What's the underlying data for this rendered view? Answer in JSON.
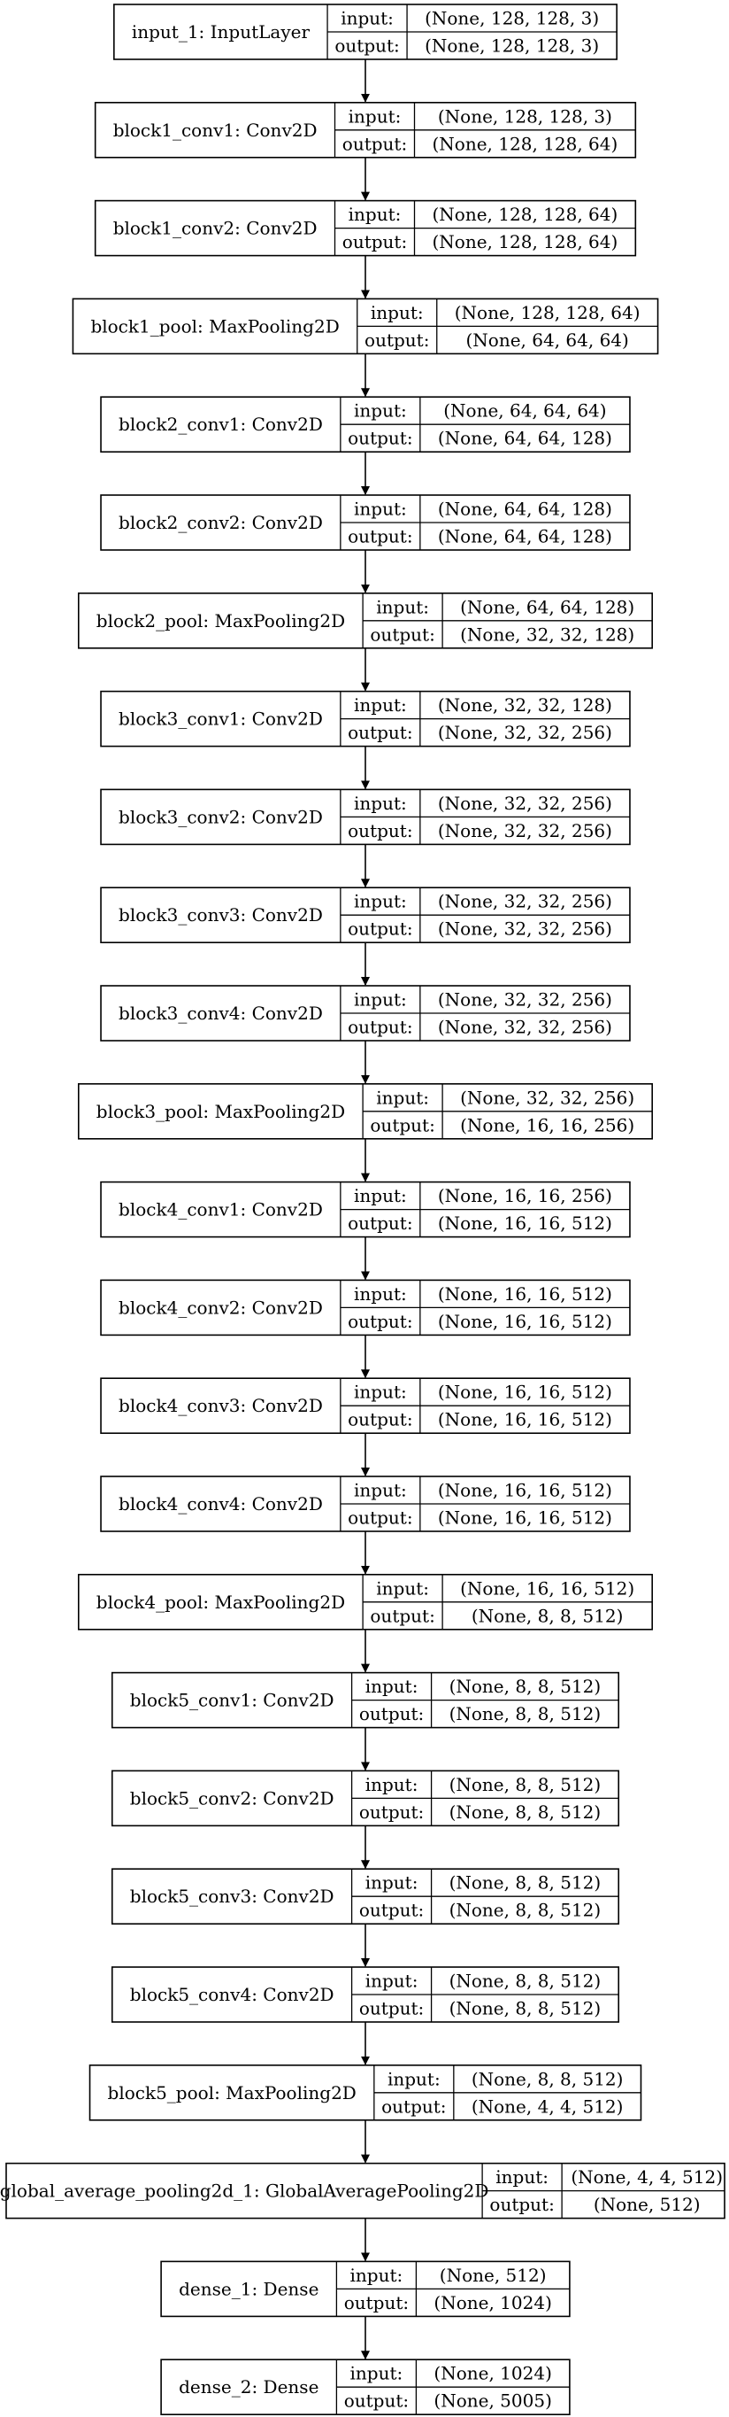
{
  "input_label": "input:",
  "output_label": "output:",
  "layers": [
    {
      "name": "input_1: InputLayer",
      "input": "(None, 128, 128, 3)",
      "output": "(None, 128, 128, 3)"
    },
    {
      "name": "block1_conv1: Conv2D",
      "input": "(None, 128, 128, 3)",
      "output": "(None, 128, 128, 64)"
    },
    {
      "name": "block1_conv2: Conv2D",
      "input": "(None, 128, 128, 64)",
      "output": "(None, 128, 128, 64)"
    },
    {
      "name": "block1_pool: MaxPooling2D",
      "input": "(None, 128, 128, 64)",
      "output": "(None, 64, 64, 64)"
    },
    {
      "name": "block2_conv1: Conv2D",
      "input": "(None, 64, 64, 64)",
      "output": "(None, 64, 64, 128)"
    },
    {
      "name": "block2_conv2: Conv2D",
      "input": "(None, 64, 64, 128)",
      "output": "(None, 64, 64, 128)"
    },
    {
      "name": "block2_pool: MaxPooling2D",
      "input": "(None, 64, 64, 128)",
      "output": "(None, 32, 32, 128)"
    },
    {
      "name": "block3_conv1: Conv2D",
      "input": "(None, 32, 32, 128)",
      "output": "(None, 32, 32, 256)"
    },
    {
      "name": "block3_conv2: Conv2D",
      "input": "(None, 32, 32, 256)",
      "output": "(None, 32, 32, 256)"
    },
    {
      "name": "block3_conv3: Conv2D",
      "input": "(None, 32, 32, 256)",
      "output": "(None, 32, 32, 256)"
    },
    {
      "name": "block3_conv4: Conv2D",
      "input": "(None, 32, 32, 256)",
      "output": "(None, 32, 32, 256)"
    },
    {
      "name": "block3_pool: MaxPooling2D",
      "input": "(None, 32, 32, 256)",
      "output": "(None, 16, 16, 256)"
    },
    {
      "name": "block4_conv1: Conv2D",
      "input": "(None, 16, 16, 256)",
      "output": "(None, 16, 16, 512)"
    },
    {
      "name": "block4_conv2: Conv2D",
      "input": "(None, 16, 16, 512)",
      "output": "(None, 16, 16, 512)"
    },
    {
      "name": "block4_conv3: Conv2D",
      "input": "(None, 16, 16, 512)",
      "output": "(None, 16, 16, 512)"
    },
    {
      "name": "block4_conv4: Conv2D",
      "input": "(None, 16, 16, 512)",
      "output": "(None, 16, 16, 512)"
    },
    {
      "name": "block4_pool: MaxPooling2D",
      "input": "(None, 16, 16, 512)",
      "output": "(None, 8, 8, 512)"
    },
    {
      "name": "block5_conv1: Conv2D",
      "input": "(None, 8, 8, 512)",
      "output": "(None, 8, 8, 512)"
    },
    {
      "name": "block5_conv2: Conv2D",
      "input": "(None, 8, 8, 512)",
      "output": "(None, 8, 8, 512)"
    },
    {
      "name": "block5_conv3: Conv2D",
      "input": "(None, 8, 8, 512)",
      "output": "(None, 8, 8, 512)"
    },
    {
      "name": "block5_conv4: Conv2D",
      "input": "(None, 8, 8, 512)",
      "output": "(None, 8, 8, 512)"
    },
    {
      "name": "block5_pool: MaxPooling2D",
      "input": "(None, 8, 8, 512)",
      "output": "(None, 4, 4, 512)"
    },
    {
      "name": "global_average_pooling2d_1: GlobalAveragePooling2D",
      "input": "(None, 4, 4, 512)",
      "output": "(None, 512)"
    },
    {
      "name": "dense_1: Dense",
      "input": "(None, 512)",
      "output": "(None, 1024)"
    },
    {
      "name": "dense_2: Dense",
      "input": "(None, 1024)",
      "output": "(None, 5005)"
    }
  ]
}
